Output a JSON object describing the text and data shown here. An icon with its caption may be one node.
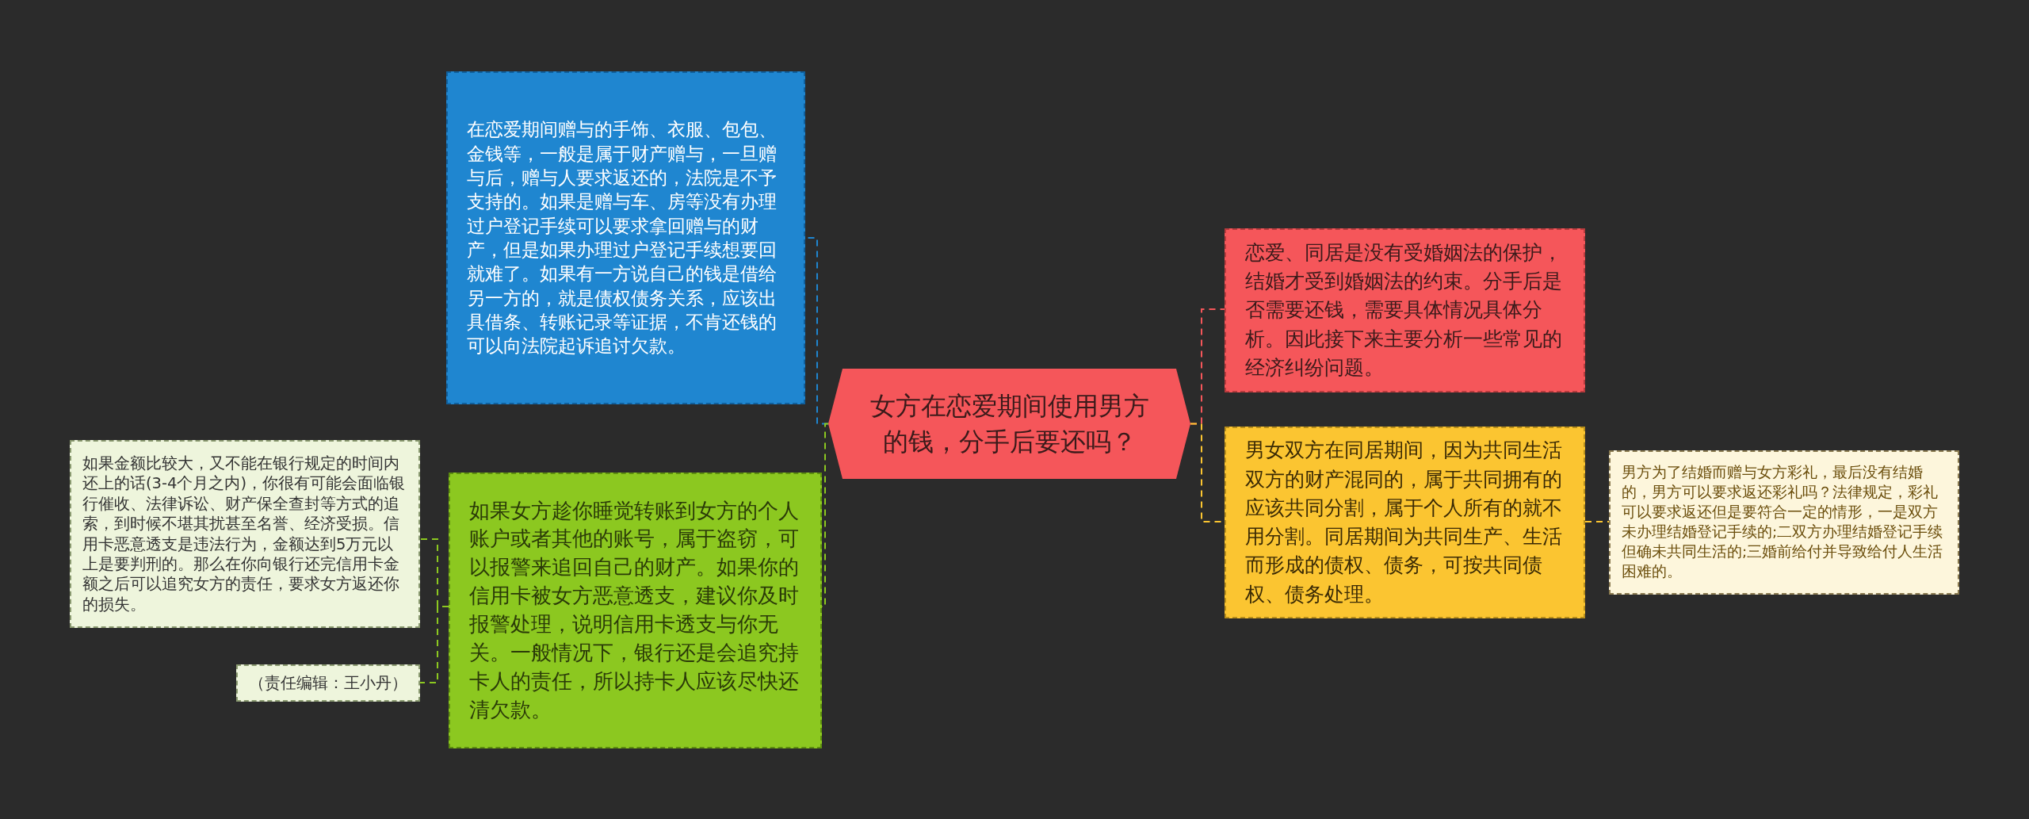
{
  "diagram": {
    "nodes": [
      {
        "text": [
          "女方在恋爱期间使用男方的钱，分手后要还吗？"
        ]
      },
      {
        "text": [
          "在恋爱期间赠与的手饰、衣服、包包、金钱等，一般是属于财产赠与，一旦赠与后，赠与人要求返还的，法院是不予支持的。如果是赠与车、房等没有办理过户登记手续可以要求拿回赠与的财产，但是如果办理过户登记手续想要回就难了。如果有一方说自己的钱是借给另一方的，就是债权债务关系，应该出具借条、转账记录等证据，不肯还钱的可以向法院起诉追讨欠款。"
        ]
      },
      {
        "text": [
          "如果女方趁你睡觉转账到女方的个人账户或者其他的账号，属于盗窃，可以报警来追回自己的财产。如果你的信用卡被女方恶意透支，建议你及时报警处理，说明信用卡透支与你无关。一般情况下，银行还是会追究持卡人的责任，所以持卡人应该尽快还清欠款。"
        ]
      },
      {
        "text": [
          "如果金额比较大，又不能在银行规定的时间内还上的话(3-4个月之内)，你很有可能会面临银行催收、法律诉讼、财产保全查封等方式的追索，到时候不堪其扰甚至名誉、经济受损。信用卡恶意透支是违法行为，金额达到5万元以上是要判刑的。那么在你向银行还完信用卡金额之后可以追究女方的责任，要求女方返还你的损失。"
        ]
      },
      {
        "text": [
          "（责任编辑：王小丹）"
        ]
      },
      {
        "text": [
          "恋爱、同居是没有受婚姻法的保护，结婚才受到婚姻法的约束。分手后是否需要还钱，需要具体情况具体分析。因此接下来主要分析一些常见的经济纠纷问题。"
        ]
      },
      {
        "text": [
          "男女双方在同居期间，因为共同生活双方的财产混同的，属于共同拥有的应该共同分割，属于个人所有的就不用分割。同居期间为共同生产、生活而形成的债权、债务，可按共同债权、债务处理。"
        ]
      },
      {
        "text": [
          "男方为了结婚而赠与女方彩礼，最后没有结婚的，男方可以要求返还彩礼吗？法律规定，彩礼可以要求返还但是要符合一定的情形，一是双方未办理结婚登记手续的;二双方办理结婚登记手续但确未共同生活的;三婚前给付并导致给付人生活困难的。"
        ]
      }
    ],
    "edges": [
      {
        "from": 0,
        "to": 1,
        "arrow": "none",
        "style": "dashed",
        "color": "#1f86d0"
      },
      {
        "from": 0,
        "to": 2,
        "arrow": "none",
        "style": "dashed",
        "color": "#8cc820"
      },
      {
        "from": 2,
        "to": 3,
        "arrow": "none",
        "style": "dashed",
        "color": "#8cc820"
      },
      {
        "from": 2,
        "to": 4,
        "arrow": "none",
        "style": "dashed",
        "color": "#8cc820"
      },
      {
        "from": 0,
        "to": 5,
        "arrow": "none",
        "style": "dashed",
        "color": "#f5565a"
      },
      {
        "from": 0,
        "to": 6,
        "arrow": "none",
        "style": "dashed",
        "color": "#fbc531"
      },
      {
        "from": 6,
        "to": 7,
        "arrow": "none",
        "style": "dashed",
        "color": "#fbc531"
      }
    ]
  }
}
